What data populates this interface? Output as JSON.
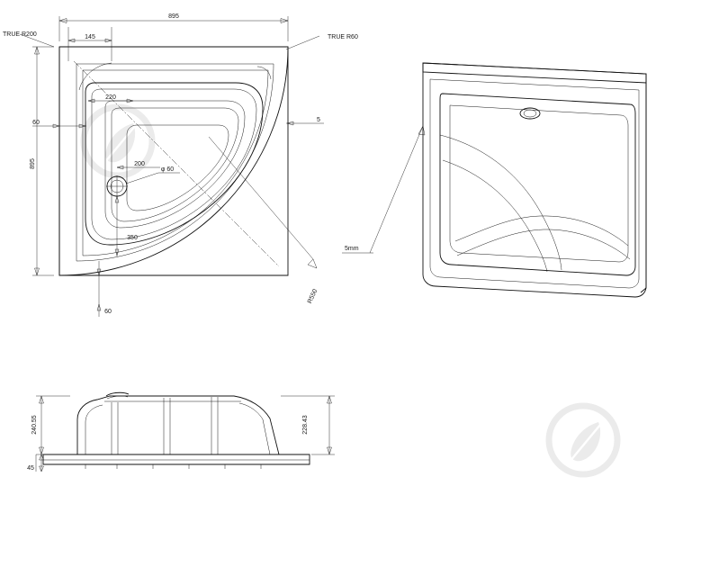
{
  "document": {
    "type": "technical-drawing",
    "subject": "Quadrant shower tray - engineering drawing",
    "background_color": "#ffffff",
    "line_color": "#1a1a1a",
    "watermark_color": "#dcdcdc"
  },
  "views": {
    "top": {
      "name": "top-view",
      "labels": {
        "width": "895",
        "height": "895",
        "radius_large": "TRUE R200",
        "radius_small": "TRUE R60",
        "corner_offset": "145",
        "inner_offset": "220",
        "left_offset_60": "60",
        "right_offset_5": "5",
        "drain_offset": "200",
        "drain_diameter": "φ 60",
        "vertical_350": "350",
        "bottom_60": "60",
        "sweep_radius": "R550"
      }
    },
    "iso": {
      "name": "isometric-view",
      "labels": {
        "thickness": "5mm"
      }
    },
    "front": {
      "name": "front-section-view",
      "labels": {
        "overall_height": "240.55",
        "body_height": "228.43",
        "foot_height": "45"
      }
    }
  },
  "watermark": {
    "name": "leaf-watermarks",
    "count": 2
  }
}
